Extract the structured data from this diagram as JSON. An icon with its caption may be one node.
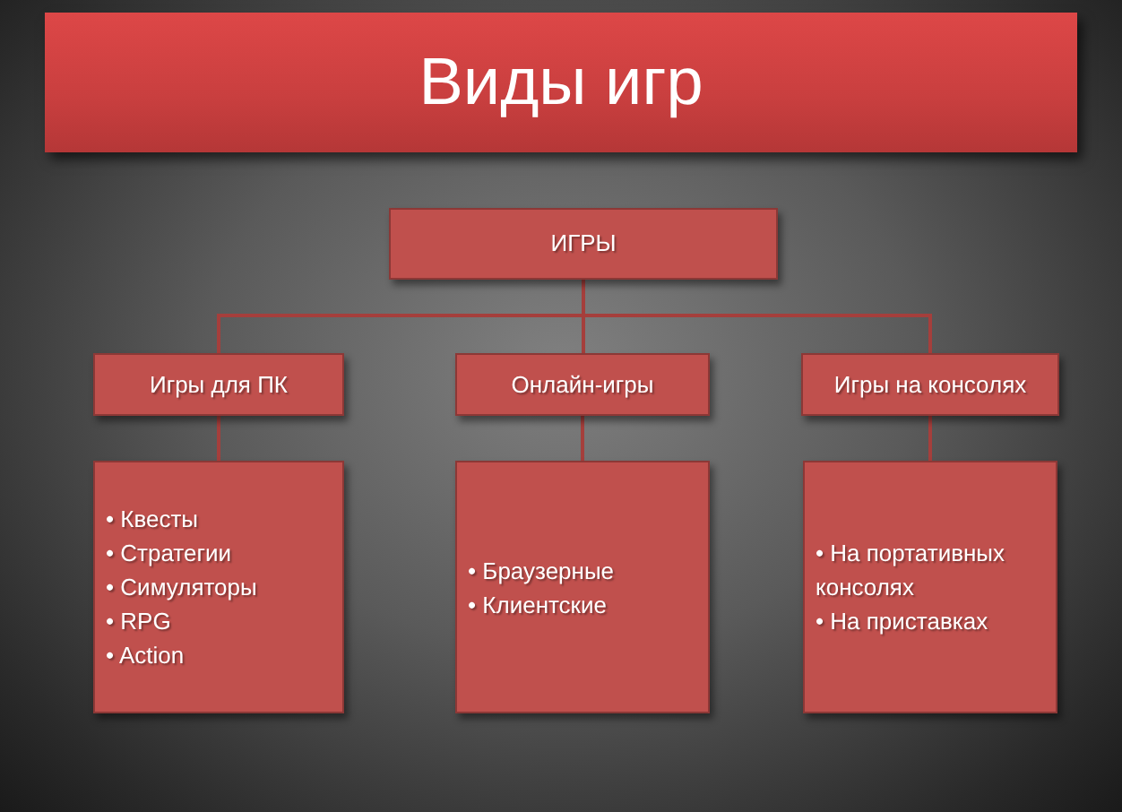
{
  "diagram": {
    "title": "Виды игр",
    "nodes": [
      {
        "text": [
          "ИГРЫ"
        ]
      },
      {
        "text": [
          "Игры для ПК"
        ]
      },
      {
        "text": [
          "Онлайн-игры"
        ]
      },
      {
        "text": [
          "Игры на консолях"
        ]
      },
      {
        "text": [
          "• Квесты",
          "• Стратегии",
          "• Симуляторы",
          "• RPG",
          "• Action"
        ]
      },
      {
        "text": [
          "• Браузерные",
          "• Клиентские"
        ]
      },
      {
        "text": [
          "• На портативных консолях",
          "• На приставках"
        ]
      }
    ],
    "edges": [
      {
        "from": 0,
        "to": 1,
        "arrow": "none"
      },
      {
        "from": 0,
        "to": 2,
        "arrow": "none"
      },
      {
        "from": 0,
        "to": 3,
        "arrow": "none"
      },
      {
        "from": 1,
        "to": 4,
        "arrow": "none"
      },
      {
        "from": 2,
        "to": 5,
        "arrow": "none"
      },
      {
        "from": 3,
        "to": 6,
        "arrow": "none"
      }
    ]
  }
}
